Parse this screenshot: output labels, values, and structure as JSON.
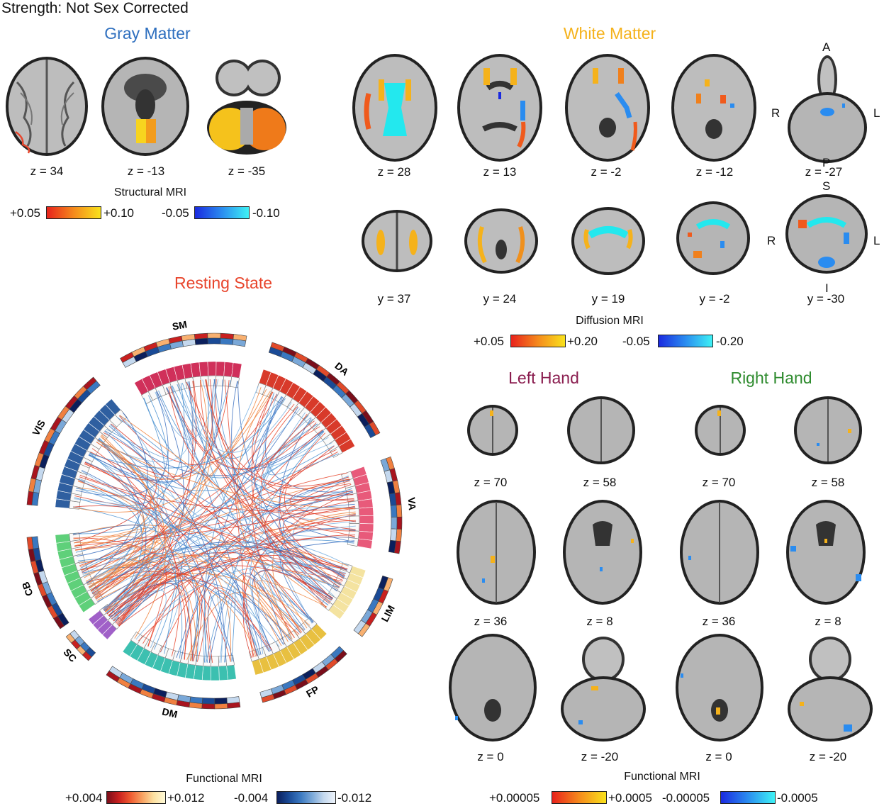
{
  "title": "Strength: Not Sex Corrected",
  "gray_matter": {
    "title": "Gray Matter",
    "slices": [
      "z = 34",
      "z = -13",
      "z = -35"
    ],
    "colorbar_title": "Structural MRI",
    "pos_min": "+0.05",
    "pos_max": "+0.10",
    "neg_min": "-0.05",
    "neg_max": "-0.10"
  },
  "white_matter": {
    "title": "White Matter",
    "axial": [
      "z = 28",
      "z = 13",
      "z = -2",
      "z = -12",
      "z = -27"
    ],
    "coronal": [
      "y = 37",
      "y = 24",
      "y = 19",
      "y = -2",
      "y = -30"
    ],
    "orient_axial": {
      "a": "A",
      "p": "P",
      "r": "R",
      "l": "L"
    },
    "orient_coronal": {
      "s": "S",
      "i": "I",
      "r": "R",
      "l": "L"
    },
    "colorbar_title": "Diffusion MRI",
    "pos_min": "+0.05",
    "pos_max": "+0.20",
    "neg_min": "-0.05",
    "neg_max": "-0.20"
  },
  "resting_state": {
    "title": "Resting State",
    "networks": [
      "CB",
      "VIS",
      "SM",
      "DA",
      "VA",
      "LIM",
      "FP",
      "DM",
      "SC"
    ],
    "colorbar_title": "Functional MRI",
    "pos_min": "+0.004",
    "pos_max": "+0.012",
    "neg_min": "-0.004",
    "neg_max": "-0.012"
  },
  "hands": {
    "left_title": "Left Hand",
    "right_title": "Right Hand",
    "row1": [
      "z = 70",
      "z = 58",
      "z = 70",
      "z = 58"
    ],
    "row2": [
      "z = 36",
      "z = 8",
      "z = 36",
      "z = 8"
    ],
    "row3": [
      "z = 0",
      "z = -20",
      "z = 0",
      "z = -20"
    ],
    "colorbar_title": "Functional MRI",
    "pos_min": "+0.00005",
    "pos_max": "+0.0005",
    "neg_min": "-0.00005",
    "neg_max": "-0.0005"
  },
  "colors": {
    "gray_matter_title": "#2e6fbf",
    "white_matter_title": "#f5b21b",
    "resting_state_title": "#e8452c",
    "left_hand_title": "#8a1d4f",
    "right_hand_title": "#2e8b2e"
  }
}
